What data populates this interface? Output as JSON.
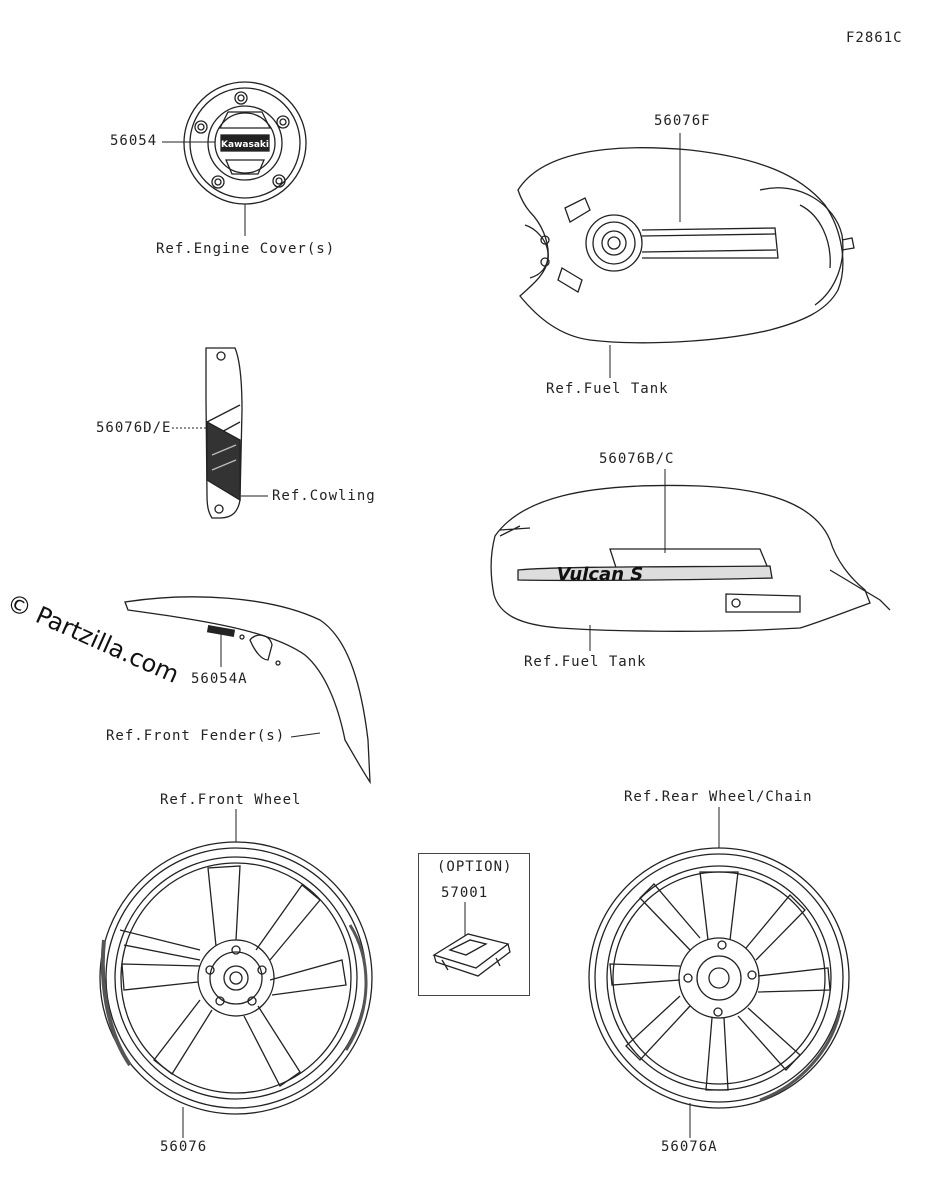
{
  "figure_code": "F2861C",
  "watermark": "© Partzilla.com",
  "parts": {
    "p56054": "56054",
    "p56076F": "56076F",
    "p56076DE": "56076D/E",
    "p56076BC": "56076B/C",
    "p56054A": "56054A",
    "p57001": "57001",
    "p56076": "56076",
    "p56076A": "56076A"
  },
  "references": {
    "engine_cover": "Ref.Engine Cover(s)",
    "fuel_tank_top": "Ref.Fuel Tank",
    "cowling": "Ref.Cowling",
    "fuel_tank_side": "Ref.Fuel Tank",
    "front_fender": "Ref.Front Fender(s)",
    "front_wheel": "Ref.Front Wheel",
    "rear_wheel": "Ref.Rear Wheel/Chain"
  },
  "option_label": "(OPTION)",
  "emblem_text": "Kawasaki",
  "tank_decal_text": "Vulcan S"
}
